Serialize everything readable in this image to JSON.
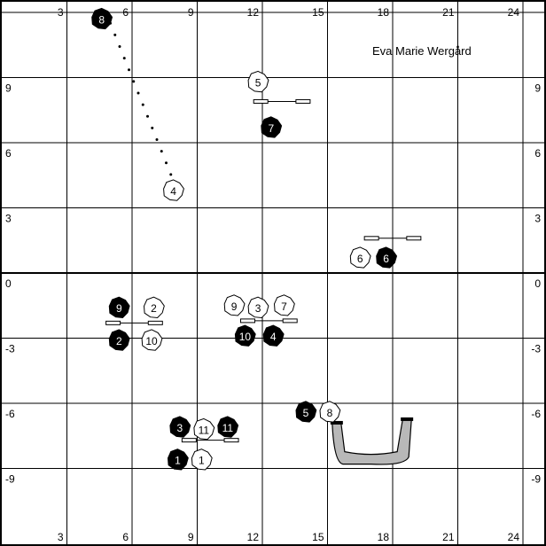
{
  "title": "Eva Marie Wergård",
  "axes": {
    "x_ticks": [
      "3",
      "6",
      "9",
      "12",
      "15",
      "18",
      "21",
      "24"
    ],
    "y_ticks": [
      "9",
      "6",
      "3",
      "0",
      "-3",
      "-6",
      "-9"
    ]
  },
  "colors": {
    "filled": "#000000",
    "open": "#ffffff",
    "tunnel": "#b8b8b8"
  },
  "obstacles": [
    {
      "type": "weave",
      "label": "weave-poles-8-4",
      "from": [
        5,
        11.5
      ],
      "to": [
        8,
        4
      ]
    },
    {
      "type": "jump",
      "label": "jump-5-7",
      "at": [
        12.9,
        7.9
      ],
      "len": 2.6
    },
    {
      "type": "jump",
      "label": "jump-6-6",
      "at": [
        18,
        1.6
      ],
      "len": 2.6
    },
    {
      "type": "jump",
      "label": "jump-9-2-10",
      "at": [
        6.1,
        -2.3
      ],
      "len": 2.6
    },
    {
      "type": "jump",
      "label": "jump-9-3-7-10-4",
      "at": [
        12.3,
        -2.2
      ],
      "len": 2.6
    },
    {
      "type": "jump",
      "label": "jump-3-11-1",
      "at": [
        9.6,
        -7.7
      ],
      "len": 2.6
    },
    {
      "type": "tunnel",
      "label": "tunnel-5-8",
      "from": [
        15.3,
        -7.2
      ],
      "to": [
        18.7,
        -7.2
      ]
    }
  ],
  "markers": [
    {
      "n": "8",
      "team": "filled",
      "pos": [
        4.6,
        11.7
      ]
    },
    {
      "n": "5",
      "team": "open",
      "pos": [
        11.8,
        8.8
      ]
    },
    {
      "n": "7",
      "team": "filled",
      "pos": [
        12.4,
        6.7
      ]
    },
    {
      "n": "4",
      "team": "open",
      "pos": [
        7.9,
        3.8
      ]
    },
    {
      "n": "6",
      "team": "open",
      "pos": [
        16.5,
        0.7
      ]
    },
    {
      "n": "6",
      "team": "filled",
      "pos": [
        17.7,
        0.7
      ]
    },
    {
      "n": "9",
      "team": "filled",
      "pos": [
        5.4,
        -1.6
      ]
    },
    {
      "n": "2",
      "team": "open",
      "pos": [
        7.0,
        -1.6
      ]
    },
    {
      "n": "2",
      "team": "filled",
      "pos": [
        5.4,
        -3.1
      ]
    },
    {
      "n": "10",
      "team": "open",
      "pos": [
        6.9,
        -3.1
      ]
    },
    {
      "n": "9",
      "team": "open",
      "pos": [
        10.7,
        -1.5
      ]
    },
    {
      "n": "3",
      "team": "open",
      "pos": [
        11.8,
        -1.6
      ]
    },
    {
      "n": "7",
      "team": "open",
      "pos": [
        13.0,
        -1.5
      ]
    },
    {
      "n": "10",
      "team": "filled",
      "pos": [
        11.2,
        -2.9
      ]
    },
    {
      "n": "4",
      "team": "filled",
      "pos": [
        12.5,
        -2.9
      ]
    },
    {
      "n": "5",
      "team": "filled",
      "pos": [
        14.0,
        -6.4
      ]
    },
    {
      "n": "8",
      "team": "open",
      "pos": [
        15.1,
        -6.4
      ]
    },
    {
      "n": "3",
      "team": "filled",
      "pos": [
        8.2,
        -7.1
      ]
    },
    {
      "n": "11",
      "team": "open",
      "pos": [
        9.3,
        -7.2
      ]
    },
    {
      "n": "11",
      "team": "filled",
      "pos": [
        10.4,
        -7.1
      ]
    },
    {
      "n": "1",
      "team": "filled",
      "pos": [
        8.1,
        -8.6
      ]
    },
    {
      "n": "1",
      "team": "open",
      "pos": [
        9.2,
        -8.6
      ]
    }
  ]
}
